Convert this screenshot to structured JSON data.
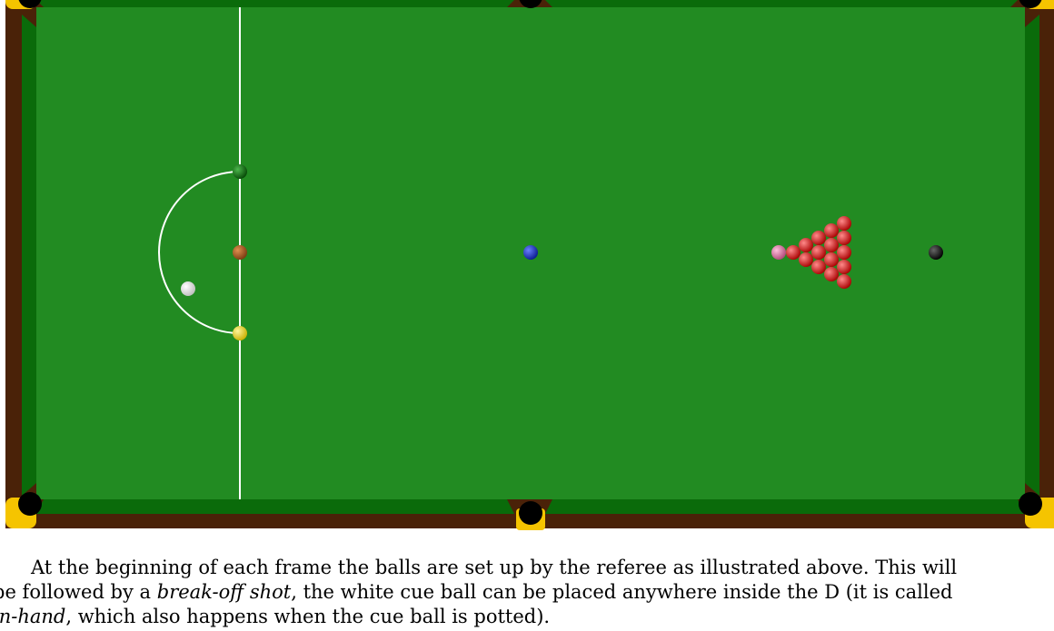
{
  "colors": {
    "cloth": "#228b22",
    "cushion": "#0a6b0a",
    "wood": "#4a2208",
    "pocket_trim": "#f5c400",
    "pocket": "#000000",
    "baulk_line": "#ffffff"
  },
  "balls": {
    "cue": {
      "name": "white cue ball",
      "color": "#ffffff"
    },
    "yellow": {
      "color": "#e8d000"
    },
    "brown": {
      "color": "#a0521a"
    },
    "green": {
      "color": "#0f6e12"
    },
    "blue": {
      "color": "#1030d0"
    },
    "pink": {
      "color": "#e070a0"
    },
    "black": {
      "color": "#111111"
    },
    "reds": {
      "count": 15,
      "color": "#e01010"
    }
  },
  "caption": {
    "line1": "At the beginning of each frame the balls are set up by the referee as illustrated above. This will",
    "line2_pre": "be followed by a ",
    "line2_em1": "break-off shot",
    "line2_post": ", the white cue ball can be placed anywhere inside the D (it is called",
    "line3_em": "in-hand",
    "line3_post": ", which also happens when the cue ball is potted)."
  }
}
